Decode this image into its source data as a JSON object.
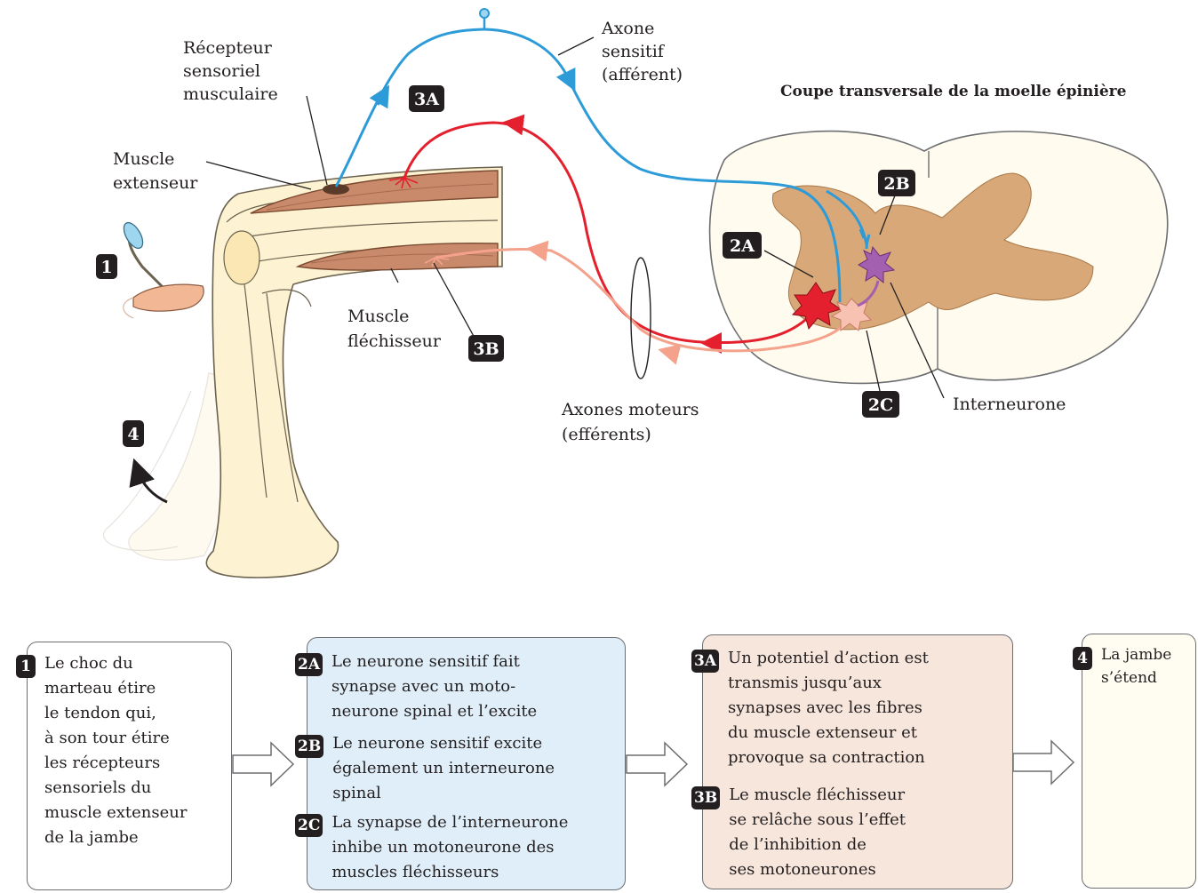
{
  "title": "Coupe transversale de la moelle épinière",
  "labels": {
    "recepteur": [
      "Récepteur",
      "sensoriel",
      "musculaire"
    ],
    "axone_sensitif": [
      "Axone",
      "sensitif",
      "(afférent)"
    ],
    "muscle_extenseur": [
      "Muscle",
      "extenseur"
    ],
    "muscle_flechisseur": [
      "Muscle",
      "fléchisseur"
    ],
    "axones_moteurs": [
      "Axones moteurs",
      "(efférents)"
    ],
    "interneurone": "Interneurone"
  },
  "badges": {
    "b1": "1",
    "b2a": "2A",
    "b2b": "2B",
    "b2c": "2C",
    "b3a": "3A",
    "b3b": "3B",
    "b4": "4"
  },
  "colors": {
    "sensory_axon": "#2d9bd8",
    "motor_extensor": "#e4202f",
    "motor_flexor": "#f4a28c",
    "interneuron": "#a35fb0",
    "gray_matter": "#d8a878",
    "muscle": "#c98a6b",
    "leg": "#fdf3d2",
    "box_blue": "#dfeef8",
    "box_peach": "#f7e6dc"
  },
  "steps": {
    "s1": {
      "badge": "1",
      "text": "Le choc du\nmarteau étire\nle tendon qui,\nà son tour étire\nles récepteurs\nsensoriels du\nmuscle extenseur\nde la jambe"
    },
    "s2a": {
      "badge": "2A",
      "text": "Le neurone sensitif fait\nsynapse avec un moto-\nneurone spinal et l’excite"
    },
    "s2b": {
      "badge": "2B",
      "text": "Le neurone sensitif excite\négalement un interneurone\nspinal"
    },
    "s2c": {
      "badge": "2C",
      "text": "La synapse de l’interneurone\ninhibe un motoneurone des\nmuscles fléchisseurs"
    },
    "s3a": {
      "badge": "3A",
      "text": "Un potentiel d’action est\ntransmis jusqu’aux\nsynapses avec les fibres\ndu muscle extenseur et\nprovoque sa contraction"
    },
    "s3b": {
      "badge": "3B",
      "text": "Le muscle fléchisseur\nse relâche sous l’effet\nde l’inhibition de\nses motoneurones"
    },
    "s4": {
      "badge": "4",
      "text": "La jambe\ns’étend"
    }
  }
}
